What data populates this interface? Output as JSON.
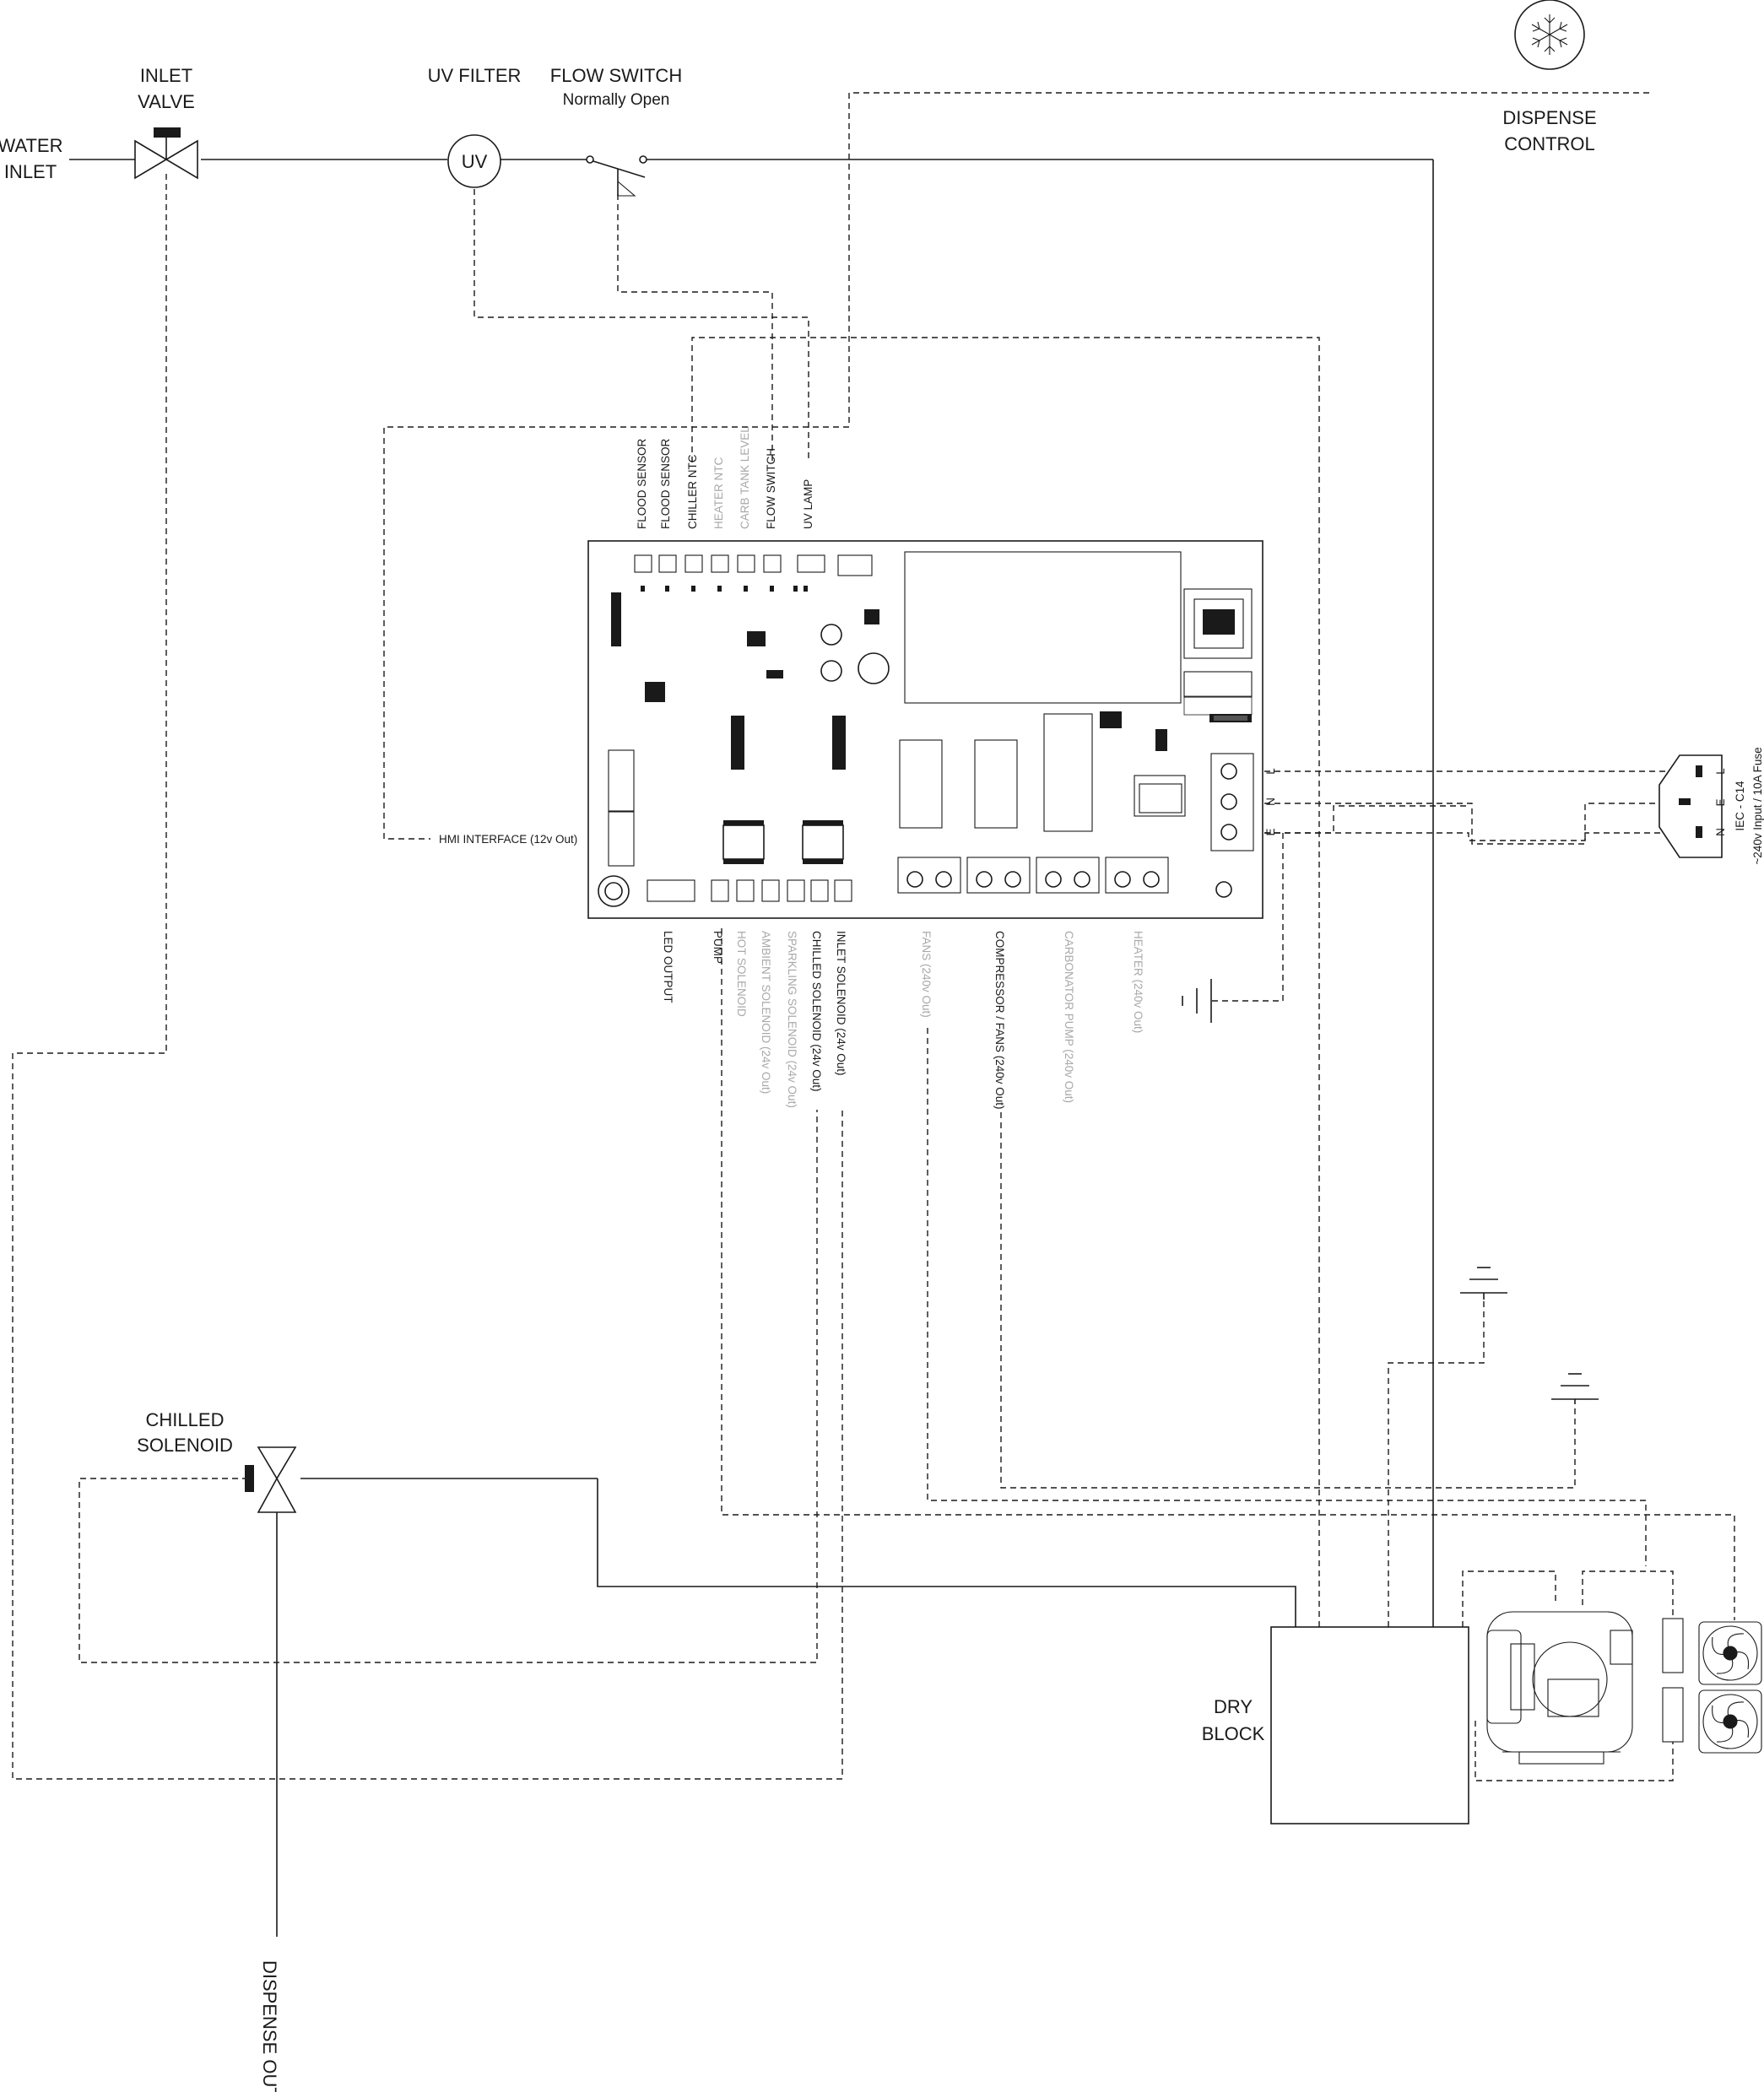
{
  "labels": {
    "water_inlet": [
      "WATER",
      "INLET"
    ],
    "inlet_valve": [
      "INLET",
      "VALVE"
    ],
    "uv_filter": "UV FILTER",
    "uv_symbol": "UV",
    "flow_switch": "FLOW SWITCH",
    "flow_switch_sub": "Normally Open",
    "dispense_control": [
      "DISPENSE",
      "CONTROL"
    ],
    "chilled_solenoid": [
      "CHILLED",
      "SOLENOID"
    ],
    "dry_block": [
      "DRY",
      "BLOCK"
    ],
    "dispense_out": "DISPENSE OUT",
    "hmi_interface": "HMI INTERFACE (12v Out)",
    "iec_title": "IEC - C14",
    "iec_sub": "~240v Input / 10A Fuse",
    "iec_pins": [
      "L",
      "E",
      "N"
    ],
    "mains_terminals": [
      "L",
      "N",
      "E"
    ]
  },
  "top_connectors": [
    {
      "label": "FLOOD SENSOR",
      "active": true
    },
    {
      "label": "FLOOD SENSOR",
      "active": true
    },
    {
      "label": "CHILLER NTC",
      "active": true
    },
    {
      "label": "HEATER NTC",
      "active": false
    },
    {
      "label": "CARB TANK LEVEL",
      "active": false
    },
    {
      "label": "FLOW SWITCH",
      "active": true
    },
    {
      "label": "UV LAMP",
      "active": true
    }
  ],
  "bottom_connectors": [
    {
      "label": "LED OUTPUT",
      "active": true
    },
    {
      "label": "PUMP",
      "active": true
    },
    {
      "label": "HOT SOLENOID",
      "active": false
    },
    {
      "label": "AMBIENT SOLENOID (24v Out)",
      "active": false
    },
    {
      "label": "SPARKLING SOLENOID (24v Out)",
      "active": false
    },
    {
      "label": "CHILLED SOLENOID (24v Out)",
      "active": true
    },
    {
      "label": "INLET SOLENOID (24v Out)",
      "active": true
    }
  ],
  "power_outputs": [
    {
      "label": "FANS (240v Out)",
      "active": false
    },
    {
      "label": "COMPRESSOR / FANS (240v Out)",
      "active": true
    },
    {
      "label": "CARBONATOR PUMP (240v Out)",
      "active": false
    },
    {
      "label": "HEATER (240v Out)",
      "active": false
    }
  ],
  "icons": [
    "snowflake-icon",
    "ground-icon",
    "fan-icon",
    "compressor-icon"
  ],
  "colors": {
    "line": "#1a1a1a",
    "inactive_label": "#a8a8a8"
  }
}
